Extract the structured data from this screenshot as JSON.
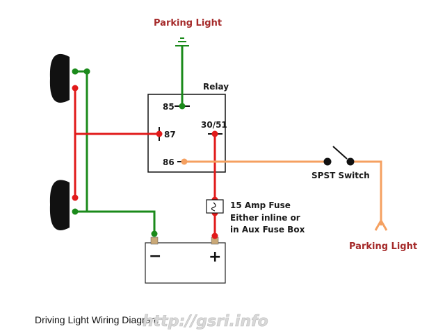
{
  "labels": {
    "parking_light_top": "Parking Light",
    "parking_light_right": "Parking Light",
    "relay": "Relay",
    "pin_85": "85",
    "pin_87": "87",
    "pin_86": "86",
    "pin_3051": "30/51",
    "switch": "SPST Switch",
    "fuse_line1": "15 Amp Fuse",
    "fuse_line2": "Either inline or",
    "fuse_line3": "in Aux Fuse Box",
    "battery_neg": "−",
    "battery_pos": "+",
    "title": "Driving Light Wiring Diagram",
    "watermark": "http://gsri.info"
  },
  "colors": {
    "wire_red": "#e11a1a",
    "wire_green": "#1a8a1a",
    "wire_orange": "#f5a060",
    "label_red": "#a52a2a"
  }
}
